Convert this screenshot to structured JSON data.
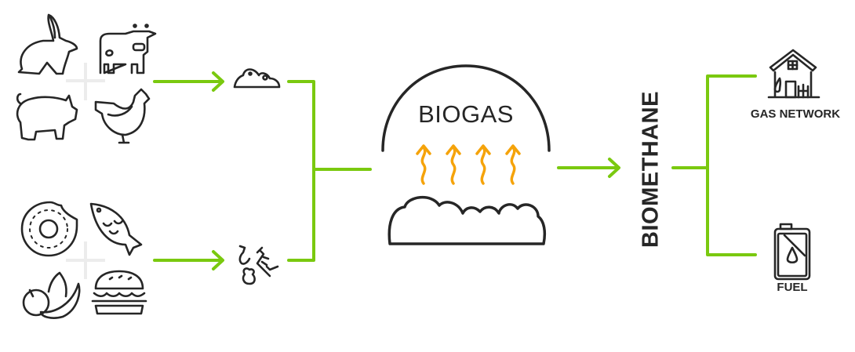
{
  "diagram": {
    "title_center": "BIOGAS",
    "product": "BIOMETHANE",
    "outputs": [
      {
        "label": "GAS NETWORK",
        "icon": "house-icon"
      },
      {
        "label": "FUEL",
        "icon": "fuel-canister-icon"
      }
    ],
    "inputs": [
      {
        "group": "livestock",
        "icons": [
          "rabbit-icon",
          "cow-icon",
          "pig-icon",
          "chicken-icon"
        ],
        "result_icon": "manure-icon"
      },
      {
        "group": "food-waste",
        "icons": [
          "donut-icon",
          "fish-icon",
          "fruit-icon",
          "burger-icon"
        ],
        "result_icon": "food-scraps-icon"
      }
    ],
    "colors": {
      "accent": "#7ac90f",
      "heat": "#f5a30a",
      "ink": "#262626"
    }
  }
}
